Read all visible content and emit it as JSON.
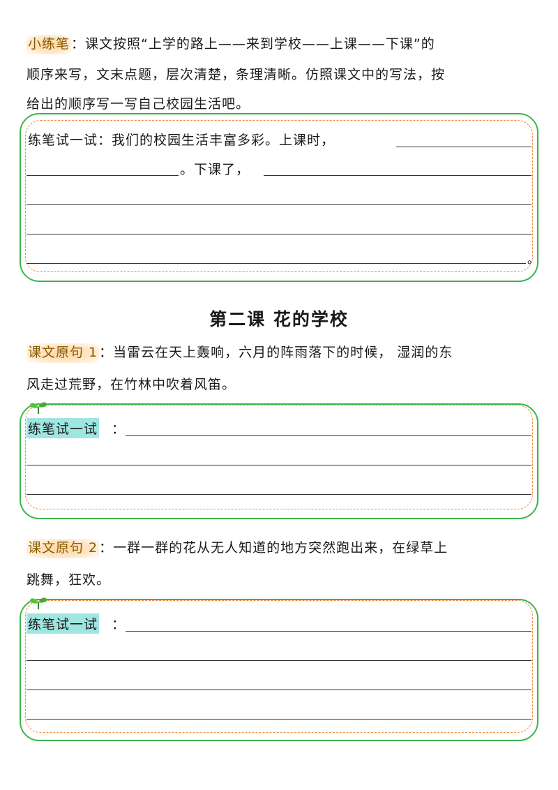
{
  "section1": {
    "tag": "小练笔",
    "colon": "：",
    "lines": [
      "课文按照“上学的路上——来到学校——上课——下课”的",
      "顺序来写，文末点题，层次清楚，条理清晰。仿照课文中的写法，按",
      "给出的顺序写一写自己校园生活吧。"
    ],
    "practice_label": "练笔试一试：",
    "prompt_1": "我们的校园生活丰富多彩。上课时，",
    "prompt_2": "。下课了，",
    "end_period": "。"
  },
  "lesson": {
    "title": "第二课  花的学校"
  },
  "sentence1": {
    "tag": "课文原句 1",
    "colon": "：",
    "lines": [
      "当雷云在天上轰响，六月的阵雨落下的时候， 湿润的东",
      "风走过荒野，在竹林中吹着风笛。"
    ],
    "practice_label": "练笔试一试",
    "practice_colon": "："
  },
  "sentence2": {
    "tag": "课文原句 2",
    "colon": "：",
    "lines": [
      "一群一群的花从无人知道的地方突然跑出来，在绿草上",
      "跳舞，狂欢。"
    ],
    "practice_label": "练笔试一试",
    "practice_colon": "："
  },
  "colors": {
    "frame_green": "#3cb54a",
    "dash_orange": "#f08a3c",
    "tag_highlight": "#ffd6a3",
    "label_teal": "#9fe6e0"
  }
}
